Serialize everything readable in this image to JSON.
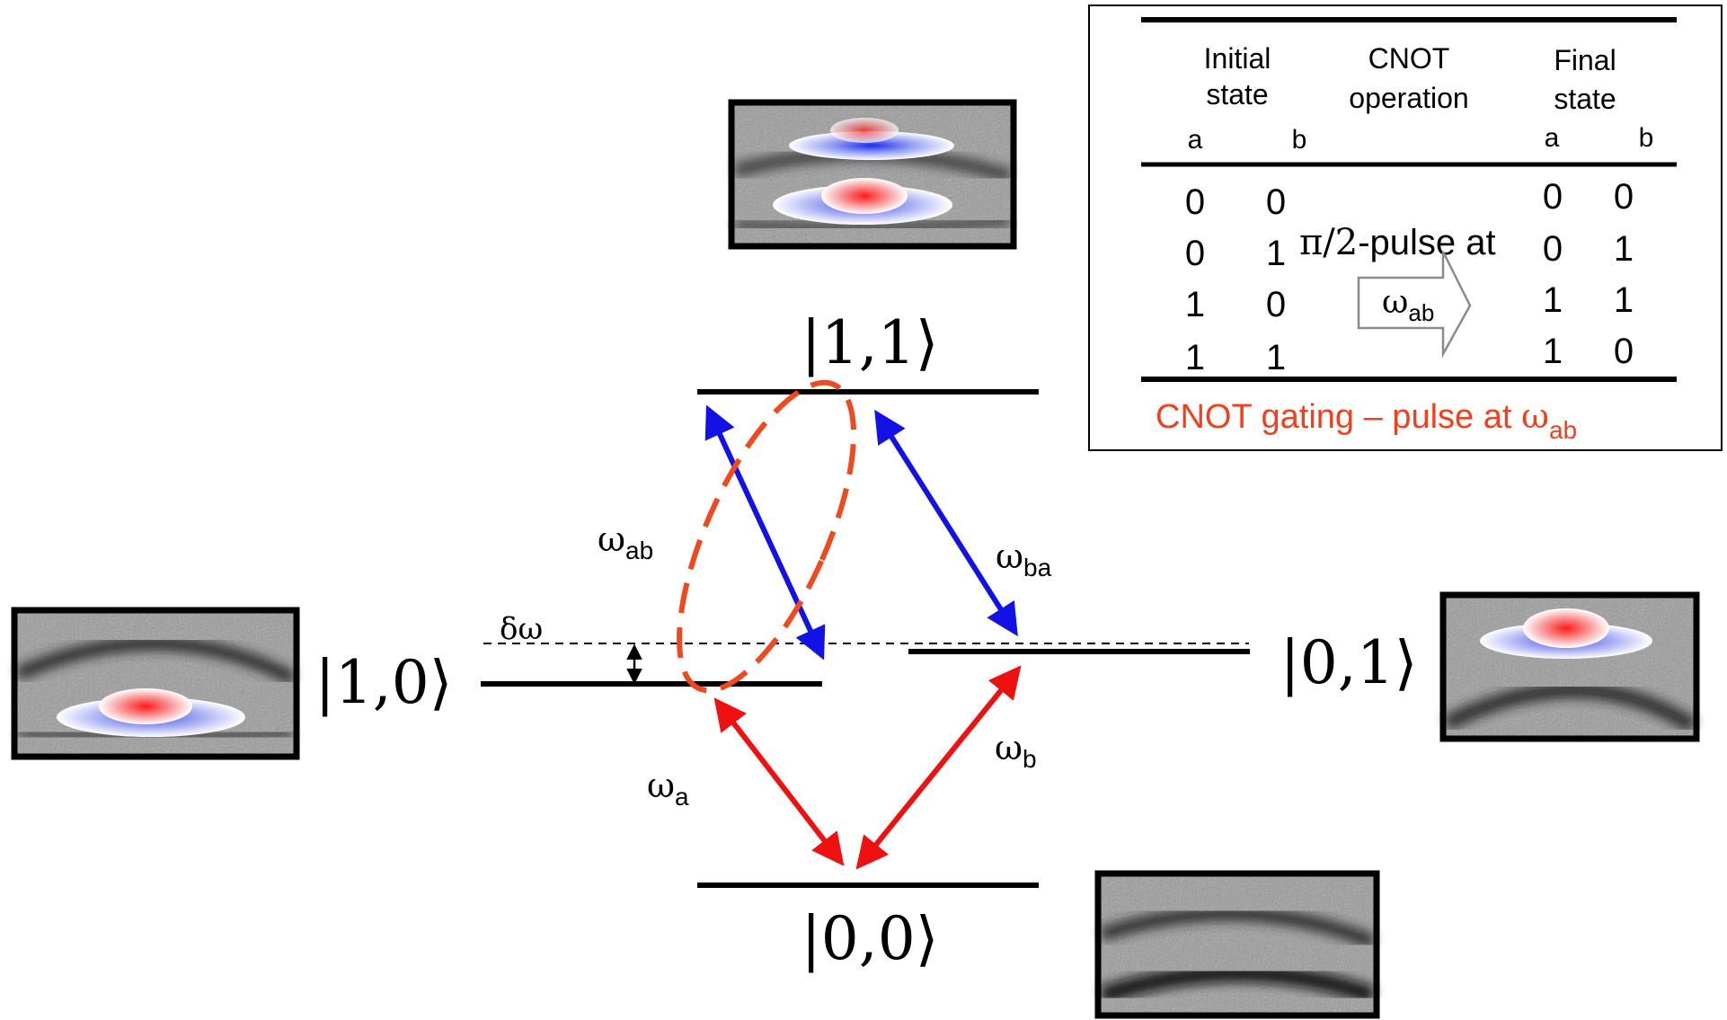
{
  "states": {
    "s11": "|1,1⟩",
    "s10": "|1,0⟩",
    "s01": "|0,1⟩",
    "s00": "|0,0⟩"
  },
  "transitions": {
    "w_ab": {
      "base": "ω",
      "sub": "ab"
    },
    "w_ba": {
      "base": "ω",
      "sub": "ba"
    },
    "w_a": {
      "base": "ω",
      "sub": "a"
    },
    "w_b": {
      "base": "ω",
      "sub": "b"
    },
    "detuning": "δω"
  },
  "table": {
    "headers": {
      "initial_line1": "Initial",
      "initial_line2": "state",
      "op_line1": "CNOT",
      "op_line2": "operation",
      "final_line1": "Final",
      "final_line2": "state",
      "a": "a",
      "b": "b"
    },
    "rows": [
      {
        "ia": "0",
        "ib": "0",
        "fa": "0",
        "fb": "0"
      },
      {
        "ia": "0",
        "ib": "1",
        "fa": "0",
        "fb": "1"
      },
      {
        "ia": "1",
        "ib": "0",
        "fa": "1",
        "fb": "1"
      },
      {
        "ia": "1",
        "ib": "1",
        "fa": "1",
        "fb": "0"
      }
    ],
    "pulse_pi": "π/2",
    "pulse_text": "-pulse at",
    "pulse_freq": {
      "base": "ω",
      "sub": "ab"
    },
    "caption_text": "CNOT gating –  pulse at ",
    "caption_freq": {
      "base": "ω",
      "sub": "ab"
    }
  },
  "colors": {
    "blue_arrow": "#1212e6",
    "red_arrow": "#ef1010",
    "red_dashed": "#ef4a1f",
    "caption": "#f0401e",
    "level": "#000000"
  }
}
